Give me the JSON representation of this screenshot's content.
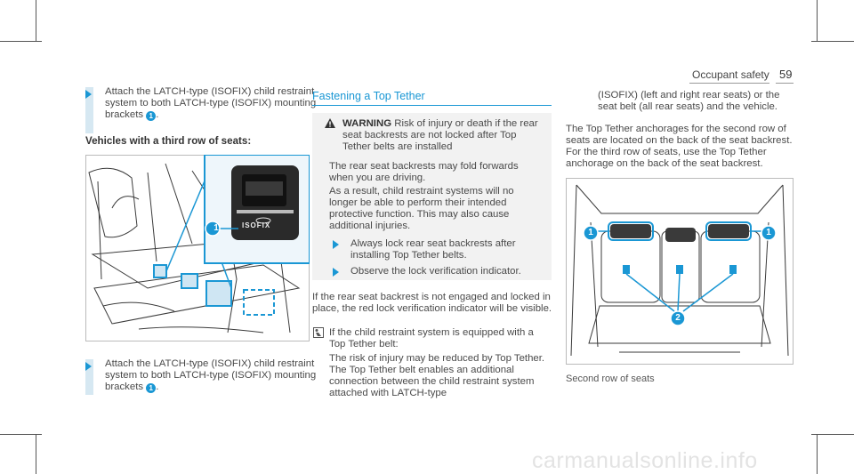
{
  "header": {
    "title": "Occupant safety",
    "page_number": "59"
  },
  "left_column": {
    "step1": "Attach the LATCH-type (ISOFIX) child restraint system to both LATCH-type (ISOFIX) mounting brackets",
    "step1_badge": "1",
    "step1_end": ".",
    "subheading": "Vehicles with a third row of seats:",
    "figure_label": "ISOFIX",
    "figure_badge": "1",
    "step2": "Attach the LATCH-type (ISOFIX) child restraint system to both LATCH-type (ISOFIX) mounting brackets",
    "step2_badge": "1",
    "step2_end": "."
  },
  "middle_column": {
    "section_title": "Fastening a Top Tether",
    "warning": {
      "label": "WARNING",
      "head": "Risk of injury or death if the rear seat backrests are not locked after Top Tether belts are installed",
      "p1": "The rear seat backrests may fold forwards when you are driving.",
      "p2": "As a result, child restraint systems will no longer be able to perform their intended protective function. This may also cause additional injuries.",
      "b1": "Always lock rear seat backrests after installing Top Tether belts.",
      "b2": "Observe the lock verification indicator."
    },
    "para": "If the rear seat backrest is not engaged and locked in place, the red lock verification indicator will be visible.",
    "note": "If the child restraint system is equipped with a Top Tether belt:",
    "note2": "The risk of injury may be reduced by Top Tether. The Top Tether belt enables an additional connection between the child restraint system attached with LATCH-type"
  },
  "right_column": {
    "cont": "(ISOFIX) (left and right rear seats) or the seat belt (all rear seats) and the vehicle.",
    "para": "The Top Tether anchorages for the second row of seats are located on the back of the seat backrest. For the third row of seats, use the Top Tether anchorage on the back of the seat backrest.",
    "callouts": [
      "1",
      "1",
      "2"
    ],
    "caption": "Second row of seats"
  },
  "watermark": "carmanualsonline.info",
  "colors": {
    "accent": "#1a97d4",
    "note_bar": "#d6e8f2",
    "warning_bg": "#f2f2f2"
  }
}
